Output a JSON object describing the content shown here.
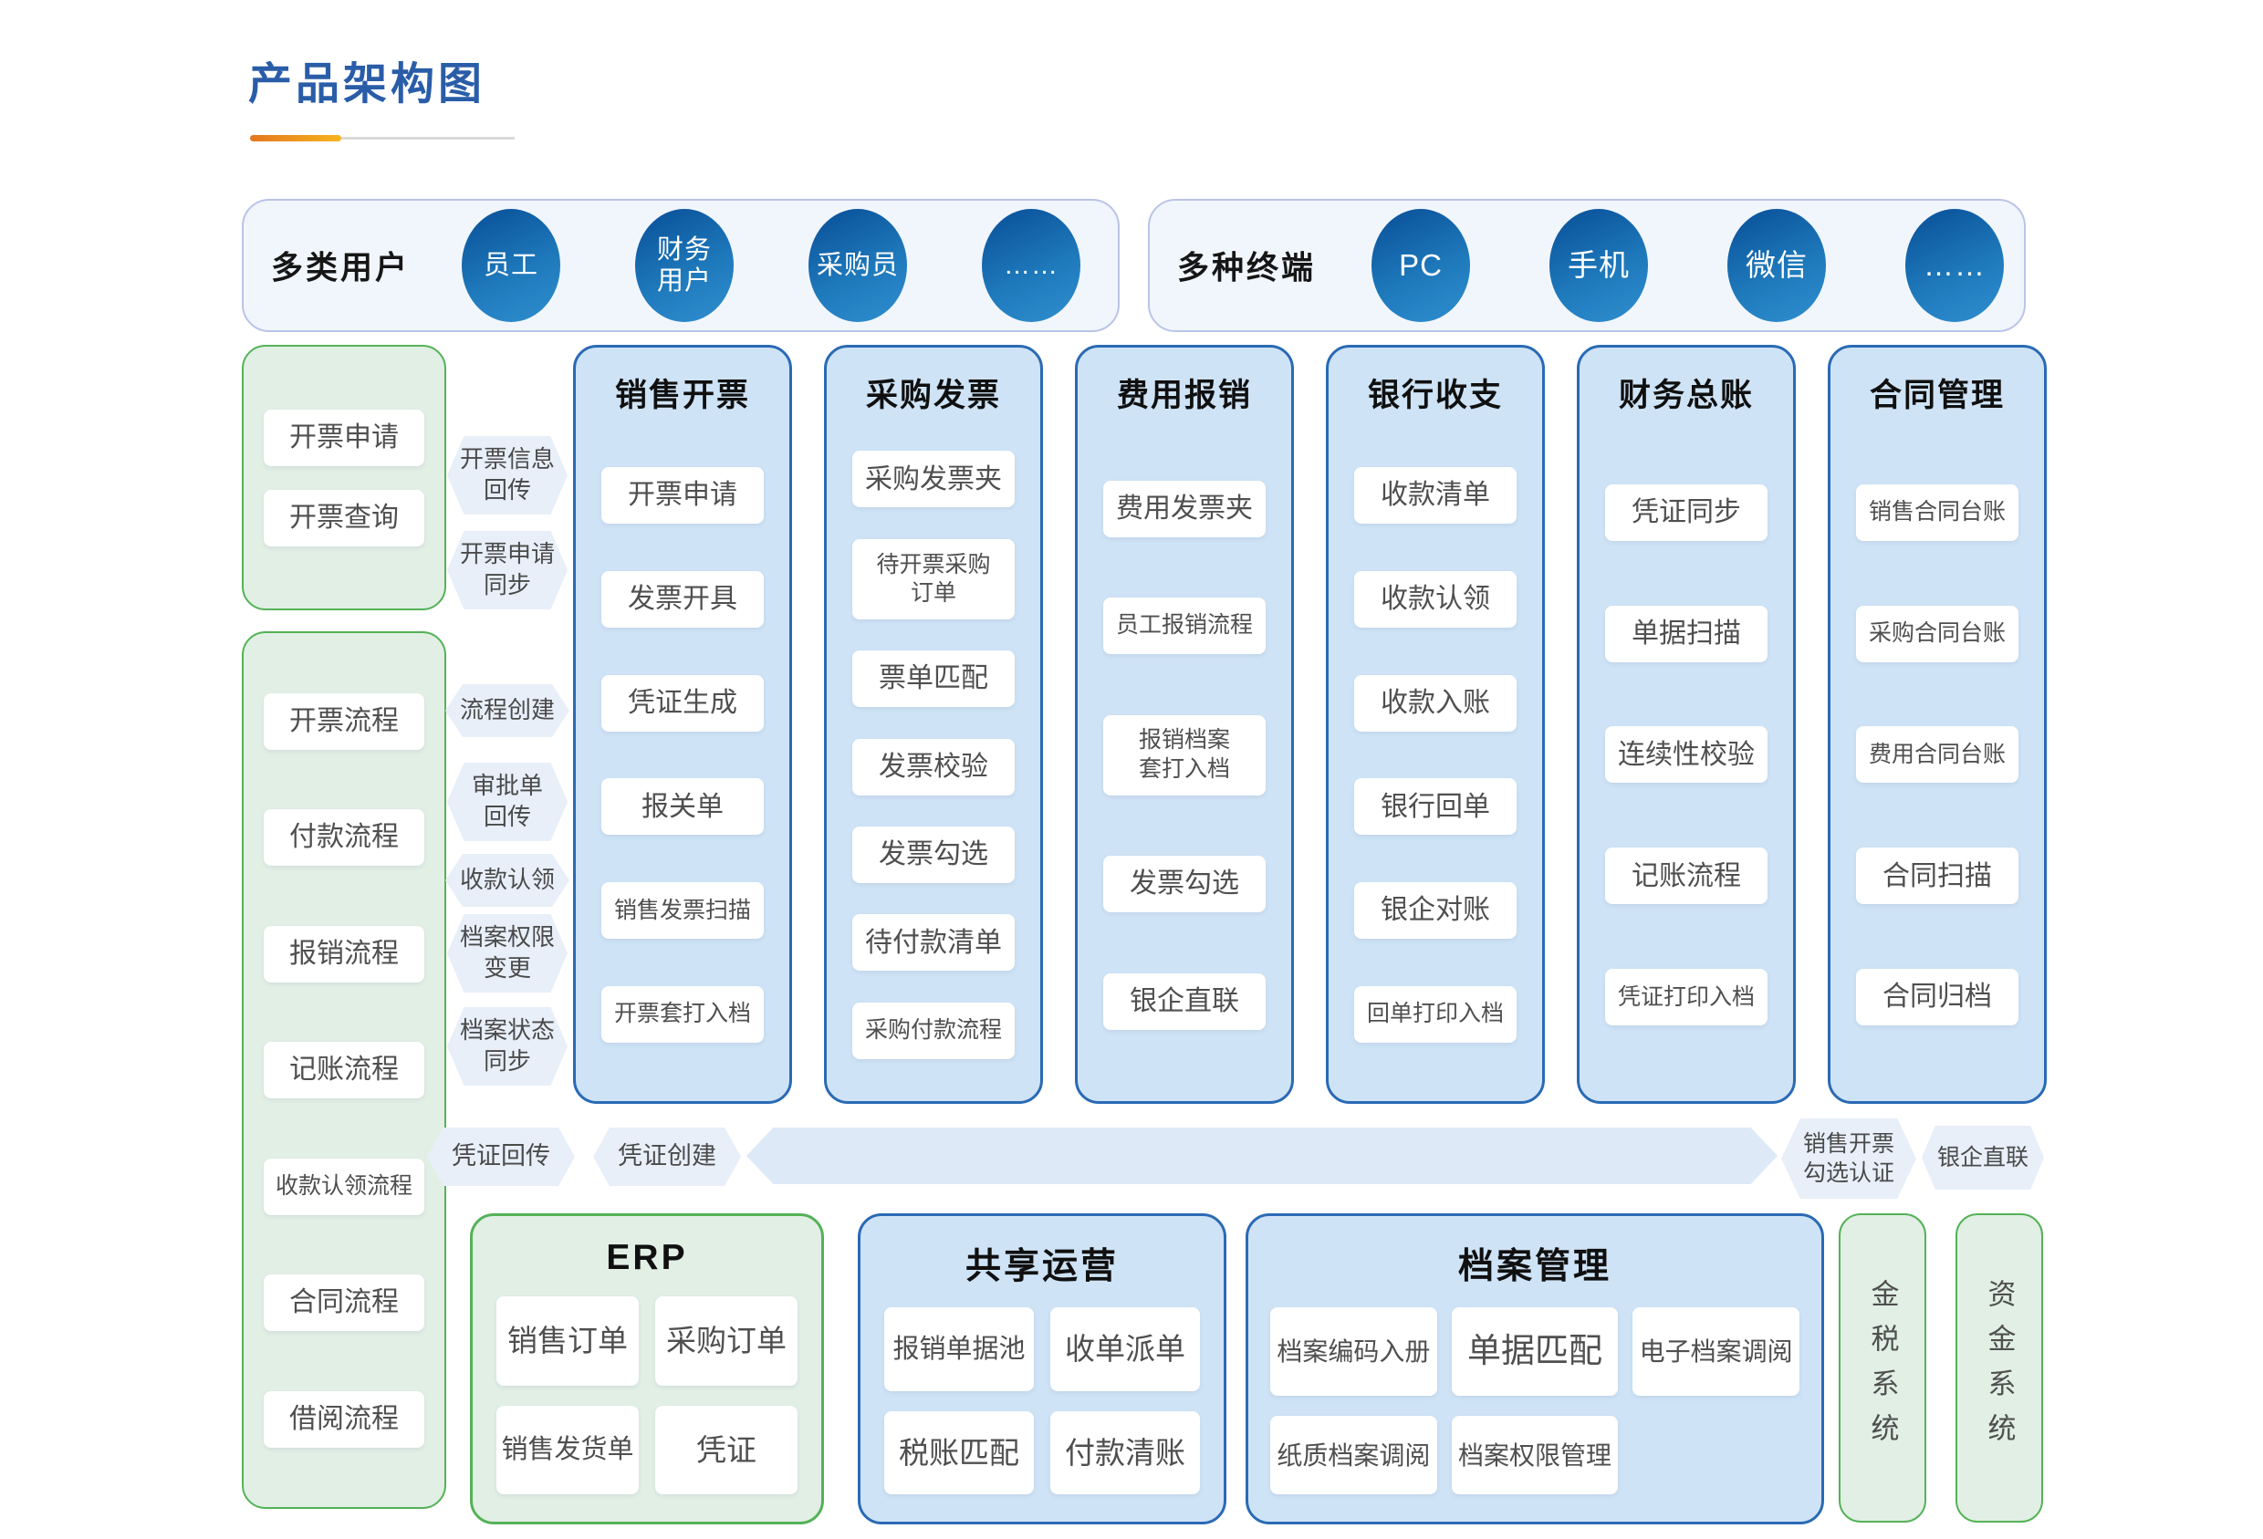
{
  "title": "产品架构图",
  "colors": {
    "title_blue": "#2a5da8",
    "accent_blue": "#2a6ab4",
    "panel_blue_bg": "#cfe3f6",
    "accent_green": "#54b257",
    "panel_green_bg": "#e1efe5",
    "hex_bg": "#e8eff9",
    "circle_gradient_dark": "#0b549c",
    "circle_gradient_light": "#2f8ecf",
    "underline_orange": "#f08300"
  },
  "top": {
    "users": {
      "label": "多类用户",
      "circles": [
        [
          "员工"
        ],
        [
          "财务",
          "用户"
        ],
        [
          "采购员"
        ],
        [
          "……"
        ]
      ]
    },
    "terminals": {
      "label": "多种终端",
      "circles": [
        [
          "PC"
        ],
        [
          "手机"
        ],
        [
          "微信"
        ],
        [
          "……"
        ]
      ]
    }
  },
  "left_top_panel": {
    "items": [
      "开票申请",
      "开票查询"
    ]
  },
  "left_flow_panel": {
    "items": [
      "开票流程",
      "付款流程",
      "报销流程",
      "记账流程",
      "收款认领流程",
      "合同流程",
      "借阅流程"
    ]
  },
  "connectors": [
    [
      "开票信息",
      "回传"
    ],
    [
      "开票申请",
      "同步"
    ],
    [
      "流程创建"
    ],
    [
      "审批单",
      "回传"
    ],
    [
      "收款认领"
    ],
    [
      "档案权限",
      "变更"
    ],
    [
      "档案状态",
      "同步"
    ],
    [
      "凭证回传"
    ],
    [
      "凭证创建"
    ]
  ],
  "columns": [
    {
      "header": "销售开票",
      "items": [
        [
          "开票申请"
        ],
        [
          "发票开具"
        ],
        [
          "凭证生成"
        ],
        [
          "报关单"
        ],
        [
          "销售发票扫描"
        ],
        [
          "开票套打入档"
        ]
      ]
    },
    {
      "header": "采购发票",
      "items": [
        [
          "采购发票夹"
        ],
        [
          "待开票采购",
          "订单"
        ],
        [
          "票单匹配"
        ],
        [
          "发票校验"
        ],
        [
          "发票勾选"
        ],
        [
          "待付款清单"
        ],
        [
          "采购付款流程"
        ]
      ]
    },
    {
      "header": "费用报销",
      "items": [
        [
          "费用发票夹"
        ],
        [
          "员工报销流程"
        ],
        [
          "报销档案",
          "套打入档"
        ],
        [
          "发票勾选"
        ],
        [
          "银企直联"
        ]
      ]
    },
    {
      "header": "银行收支",
      "items": [
        [
          "收款清单"
        ],
        [
          "收款认领"
        ],
        [
          "收款入账"
        ],
        [
          "银行回单"
        ],
        [
          "银企对账"
        ],
        [
          "回单打印入档"
        ]
      ]
    },
    {
      "header": "财务总账",
      "items": [
        [
          "凭证同步"
        ],
        [
          "单据扫描"
        ],
        [
          "连续性校验"
        ],
        [
          "记账流程"
        ],
        [
          "凭证打印入档"
        ]
      ]
    },
    {
      "header": "合同管理",
      "items": [
        [
          "销售合同台账"
        ],
        [
          "采购合同台账"
        ],
        [
          "费用合同台账"
        ],
        [
          "合同扫描"
        ],
        [
          "合同归档"
        ]
      ]
    }
  ],
  "band_right_labels": [
    [
      "销售开票",
      "勾选认证"
    ],
    [
      "银企直联"
    ]
  ],
  "bottom": {
    "erp": {
      "header": "ERP",
      "items": [
        "销售订单",
        "采购订单",
        "销售发货单",
        "凭证"
      ]
    },
    "shared": {
      "header": "共享运营",
      "items": [
        "报销单据池",
        "收单派单",
        "税账匹配",
        "付款清账"
      ]
    },
    "archive": {
      "header": "档案管理",
      "items": [
        "档案编码入册",
        "单据匹配",
        "电子档案调阅",
        "纸质档案调阅",
        "档案权限管理"
      ]
    }
  },
  "side_systems": [
    "金税系统",
    "资金系统"
  ]
}
